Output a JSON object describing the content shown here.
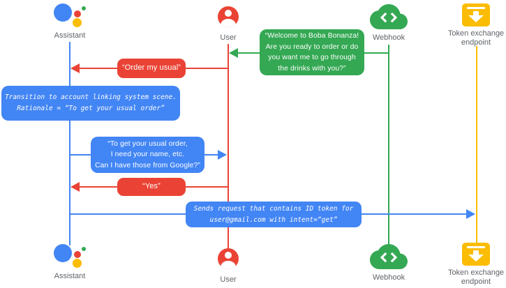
{
  "colors": {
    "blue": "#4285F4",
    "red": "#EA4335",
    "green": "#34A853",
    "yellow": "#FBBC04",
    "label_gray": "#5F6368"
  },
  "actors": {
    "assistant": {
      "label": "Assistant",
      "icon": "google-assistant-icon",
      "lifeline_color": "#4285F4"
    },
    "user": {
      "label": "User",
      "icon": "user-icon",
      "lifeline_color": "#EA4335"
    },
    "webhook": {
      "label": "Webhook",
      "icon": "cloud-code-icon",
      "lifeline_color": "#34A853"
    },
    "token_endpoint": {
      "label_line1": "Token exchange",
      "label_line2": "endpoint",
      "icon": "token-archive-icon",
      "lifeline_color": "#FBBC04"
    }
  },
  "messages": {
    "welcome": {
      "from": "Webhook",
      "to": "User",
      "color": "#34A853",
      "lines": [
        "“Welcome to Boba Bonanza!",
        "Are you ready to order or do",
        "you want me to go through",
        "the drinks with you?”"
      ]
    },
    "order_usual": {
      "from": "User",
      "to": "Assistant",
      "color": "#EA4335",
      "lines": [
        "“Order my usual”"
      ]
    },
    "transition_note": {
      "type": "note-on-assistant",
      "color": "#4285F4",
      "lines": [
        "Transition to account linking system scene.",
        "Rationale = “To get your usual order”"
      ]
    },
    "ask_google": {
      "from": "Assistant",
      "to": "User",
      "color": "#4285F4",
      "lines": [
        "“To get your usual order,",
        "I need your name, etc.",
        "Can I have those from Google?”"
      ]
    },
    "yes": {
      "from": "User",
      "to": "Assistant",
      "color": "#EA4335",
      "lines": [
        "“Yes”"
      ]
    },
    "send_token": {
      "from": "Assistant",
      "to": "Token exchange endpoint",
      "color": "#4285F4",
      "lines": [
        "Sends request that contains ID token for",
        "user@gmail.com with intent=“get”"
      ]
    }
  }
}
